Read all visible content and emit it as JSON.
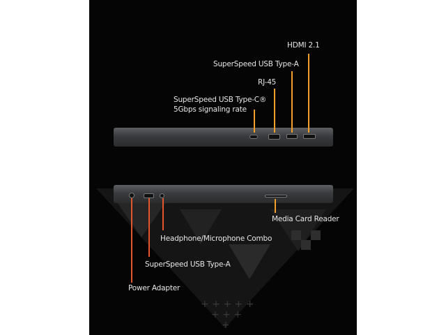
{
  "top_view": {
    "callouts": [
      {
        "label": "HDMI 2.1"
      },
      {
        "label": "SuperSpeed USB Type-A"
      },
      {
        "label": "RJ-45"
      },
      {
        "label_line1": "SuperSpeed USB Type-C®",
        "label_line2": "5Gbps signaling rate"
      }
    ]
  },
  "bottom_view": {
    "callouts": [
      {
        "label": "Media Card Reader"
      },
      {
        "label": "Headphone/Microphone Combo"
      },
      {
        "label": "SuperSpeed USB Type-A"
      },
      {
        "label": "Power Adapter"
      }
    ]
  },
  "colors": {
    "top_callout": "#f0a02a",
    "bottom_callout": "#e4572e",
    "background": "#050505"
  }
}
